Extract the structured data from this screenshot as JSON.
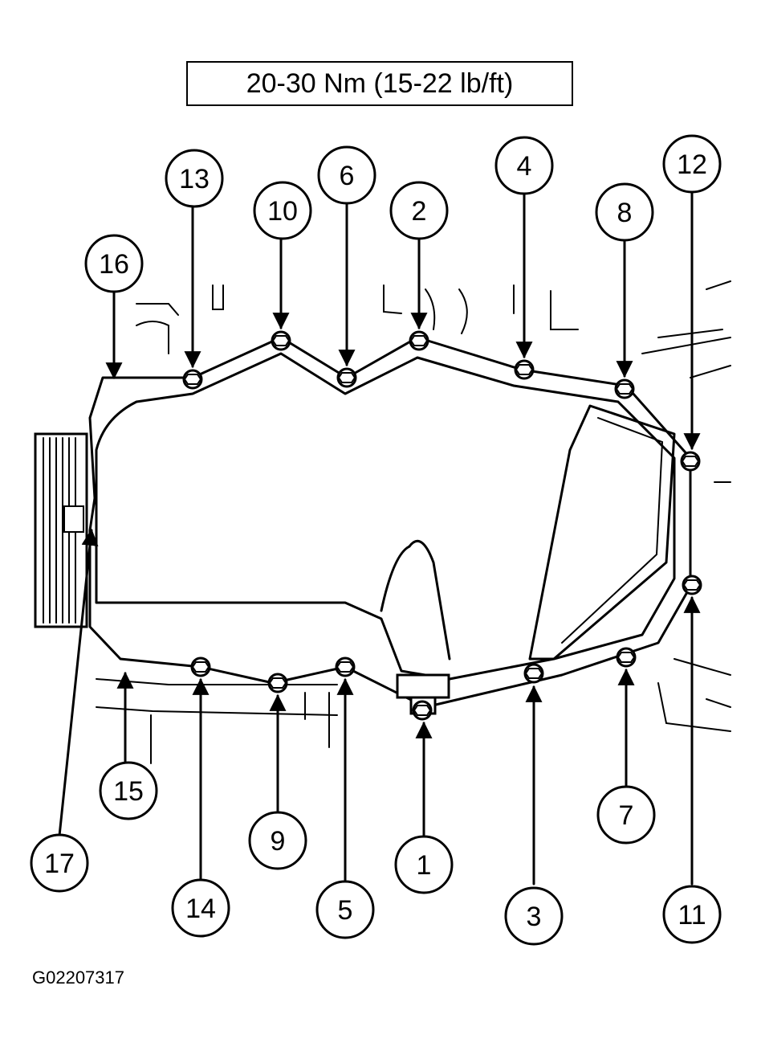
{
  "torque_spec": "20-30 Nm (15-22 lb/ft)",
  "figure_id": "G02207317",
  "callouts": [
    "1",
    "2",
    "3",
    "4",
    "5",
    "6",
    "7",
    "8",
    "9",
    "10",
    "11",
    "12",
    "13",
    "14",
    "15",
    "16",
    "17"
  ]
}
